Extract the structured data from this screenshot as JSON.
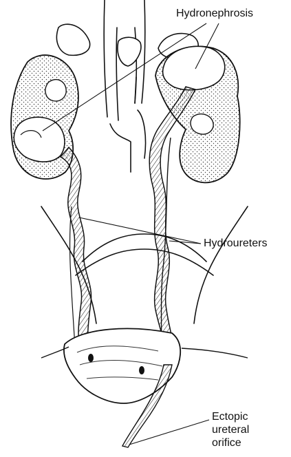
{
  "labels": {
    "hydronephrosis": "Hydronephrosis",
    "hydroureters": "Hydroureters",
    "ectopic_line1": "Ectopic",
    "ectopic_line2": "ureteral",
    "ectopic_line3": "orifice"
  },
  "colors": {
    "ink": "#111111",
    "kidney_fill": "#ffffff",
    "stipple": "#444444"
  }
}
